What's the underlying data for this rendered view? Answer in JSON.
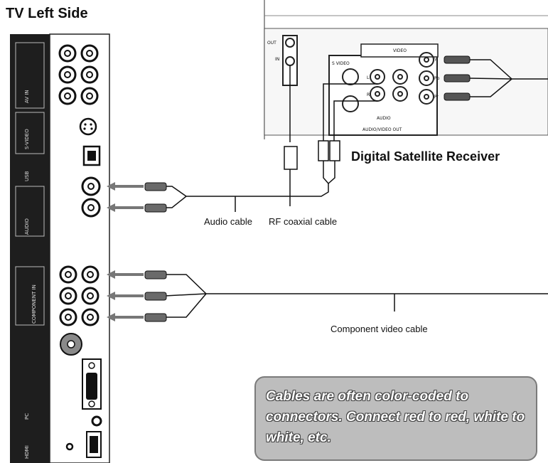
{
  "title": "TV Left Side",
  "receiver": {
    "name": "Digital Satellite Receiver",
    "out_label": "OUT",
    "in_label": "IN",
    "video_label": "VIDEO",
    "svideo_label": "S VIDEO",
    "audio_label": "AUDIO",
    "av_out_label": "AUDIO/VIDEO OUT",
    "component_labels": [
      "Y",
      "Pb",
      "Pr"
    ],
    "channel_labels": [
      "L",
      "R"
    ]
  },
  "cables": {
    "audio": "Audio cable",
    "rf": "RF coaxial cable",
    "component": "Component video cable"
  },
  "tv_panel_labels": {
    "av_in": "AV IN",
    "svideo": "S-VIDEO",
    "usb": "USB",
    "component_in": "COMPONENT IN",
    "audio": "AUDIO",
    "pc": "PC",
    "hdmi": "HDMI"
  },
  "note": "Cables are often color-coded to connectors. Connect red to red, white to white, etc."
}
